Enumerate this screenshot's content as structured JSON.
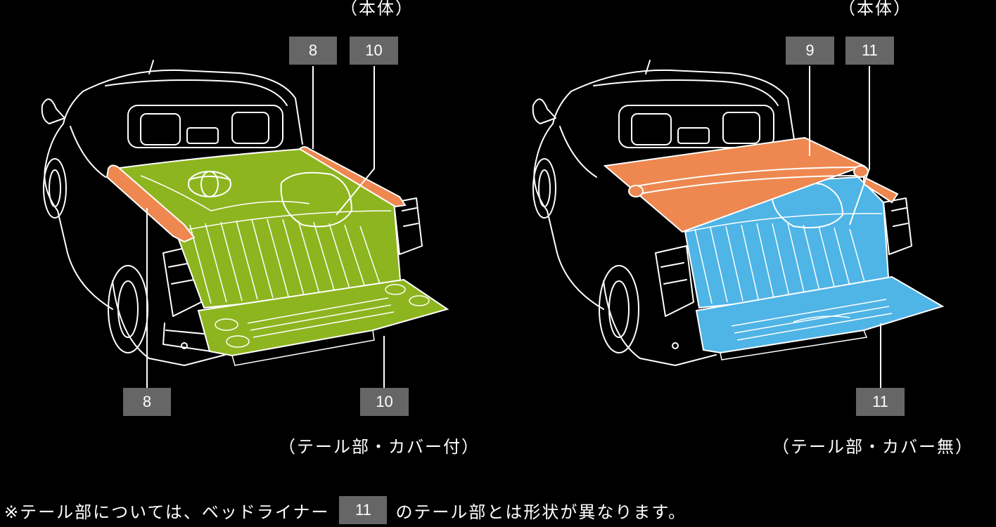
{
  "left_panel": {
    "top_caption": "（本体）",
    "bottom_caption": "（テール部・カバー付）",
    "badges": {
      "top_a": "8",
      "top_b": "10",
      "bottom_a": "8",
      "bottom_b": "10"
    },
    "liner_color": "#8db51f",
    "rail_color": "#ee8850"
  },
  "right_panel": {
    "top_caption": "（本体）",
    "bottom_caption": "（テール部・カバー無）",
    "badges": {
      "top_a": "9",
      "top_b": "11",
      "bottom_b": "11"
    },
    "liner_color": "#4fb4e6",
    "cover_color": "#ee8850"
  },
  "footnote": {
    "prefix": "※テール部については、ベッドライナー",
    "badge": "11",
    "suffix": "のテール部とは形状が異なります。"
  }
}
